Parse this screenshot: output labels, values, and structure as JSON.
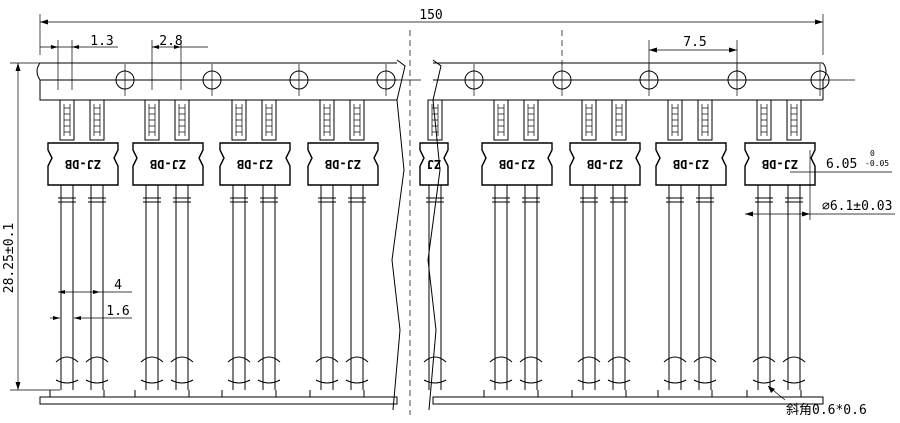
{
  "drawing": {
    "overall_length": "150",
    "pin_offset": "1.3",
    "pin_pitch": "2.8",
    "pair_pitch": "7.5",
    "total_height": "28.25±0.1",
    "body_width": "4",
    "pin_width": "1.6",
    "flange_dim": "6.05",
    "flange_tol_upper": "0",
    "flange_tol_lower": "-0.05",
    "diameter_dim": "∅6.1±0.03",
    "chamfer_note": "斜角0.6*0.6",
    "part_label": "ZJ-DB",
    "part_label_partial": "ZJ"
  }
}
